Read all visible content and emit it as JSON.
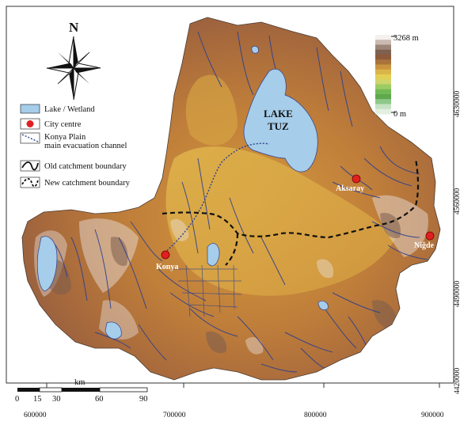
{
  "north_label": "N",
  "elevation_scale": {
    "max_label": "3268 m",
    "min_label": "0 m",
    "colors": [
      "#f4f1ef",
      "#c9bbb2",
      "#9c8578",
      "#7f6150",
      "#8d5a3a",
      "#a8743b",
      "#c9963f",
      "#d9b54a",
      "#e4cf55",
      "#cfd56a",
      "#9ccc64",
      "#73b957",
      "#5ea84e",
      "#8fc98a",
      "#c5e2c4",
      "#e3efe0"
    ]
  },
  "legend": {
    "lake": "Lake / Wetland",
    "city": "City centre",
    "channel_line1": "Konya Plain",
    "channel_line2": "main evacuation channel",
    "old_boundary": "Old catchment boundary",
    "new_boundary": "New catchment boundary"
  },
  "labels": {
    "lake_line1": "LAKE",
    "lake_line2": "TUZ",
    "aksaray": "Aksaray",
    "konya": "Konya",
    "nigde": "Niğde"
  },
  "scale_bar": {
    "unit": "km",
    "ticks": [
      "0",
      "15",
      "30",
      "60",
      "90"
    ]
  },
  "x_coords": [
    "600000",
    "700000",
    "800000",
    "900000"
  ],
  "y_coords": [
    "4630000",
    "4560000",
    "4490000",
    "4420000"
  ],
  "colors": {
    "lake": "#a6cdea",
    "river": "#2b3f8f",
    "city": "#e02020",
    "boundary": "#111111"
  }
}
